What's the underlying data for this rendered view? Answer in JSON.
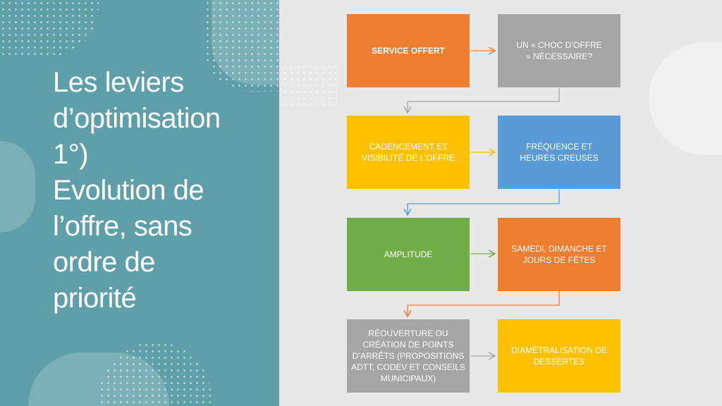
{
  "slide": {
    "title": "Les leviers\nd’optimisation\n1°)\n Evolution de\nl’offre, sans\nordre de\npriorité"
  },
  "diagram": {
    "boxes": [
      {
        "label": "SERVICE OFFERT",
        "color": "#ed7d31"
      },
      {
        "label": "UN « CHOC D’OFFRE » NÉCESSAIRE?",
        "color": "#a5a5a5"
      },
      {
        "label": "CADENCEMENT ET VISIBILITÉ DE L’OFFRE",
        "color": "#ffc000"
      },
      {
        "label": "FRÉQUENCE ET HEURES CREUSES",
        "color": "#5b9bd5"
      },
      {
        "label": "AMPLITUDE",
        "color": "#70ad47"
      },
      {
        "label": "SAMEDI, DIMANCHE ET JOURS DE FÊTES",
        "color": "#ed7d31"
      },
      {
        "label": "RÉOUVERTURE OU CRÉATION DE POINTS D’ARRÊTS (PROPOSITIONS ADTT, CODEV ET CONSEILS MUNICIPAUX)",
        "color": "#a5a5a5"
      },
      {
        "label": "DIAMÉTRALISATION DE DESSERTES",
        "color": "#ffc000"
      }
    ]
  }
}
